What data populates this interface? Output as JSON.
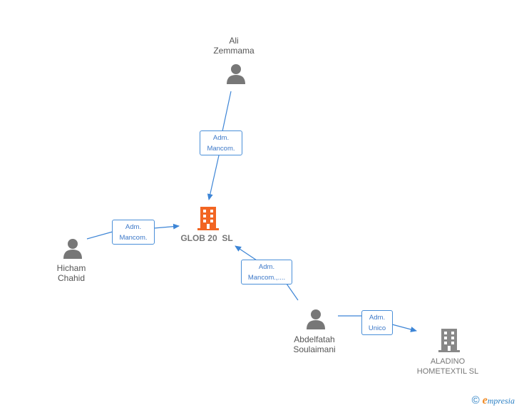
{
  "nodes": {
    "ali": {
      "line1": "Ali",
      "line2": "Zemmama",
      "type": "person"
    },
    "glob": {
      "label": "GLOB 20  SL",
      "type": "company-main"
    },
    "hicham": {
      "line1": "Hicham",
      "line2": "Chahid",
      "type": "person"
    },
    "abdelfatah": {
      "line1": "Abdelfatah",
      "line2": "Soulaimani",
      "type": "person"
    },
    "aladino": {
      "line1": "ALADINO",
      "line2": "HOMETEXTIL SL",
      "type": "company"
    }
  },
  "edges": {
    "ali_glob": {
      "line1": "Adm.",
      "line2": "Mancom."
    },
    "hicham_glob": {
      "line1": "Adm.",
      "line2": "Mancom."
    },
    "abdelfatah_glob": {
      "line1": "Adm.",
      "line2": "Mancom.,...."
    },
    "abdelfatah_aladino": {
      "line1": "Adm.",
      "line2": "Unico"
    }
  },
  "colors": {
    "link": "#3d85d6",
    "person_icon": "#777777",
    "company_main": "#f26522",
    "company": "#888888"
  },
  "footer": {
    "copyright": "©",
    "brand_initial": "e",
    "brand_rest": "mpresia"
  }
}
